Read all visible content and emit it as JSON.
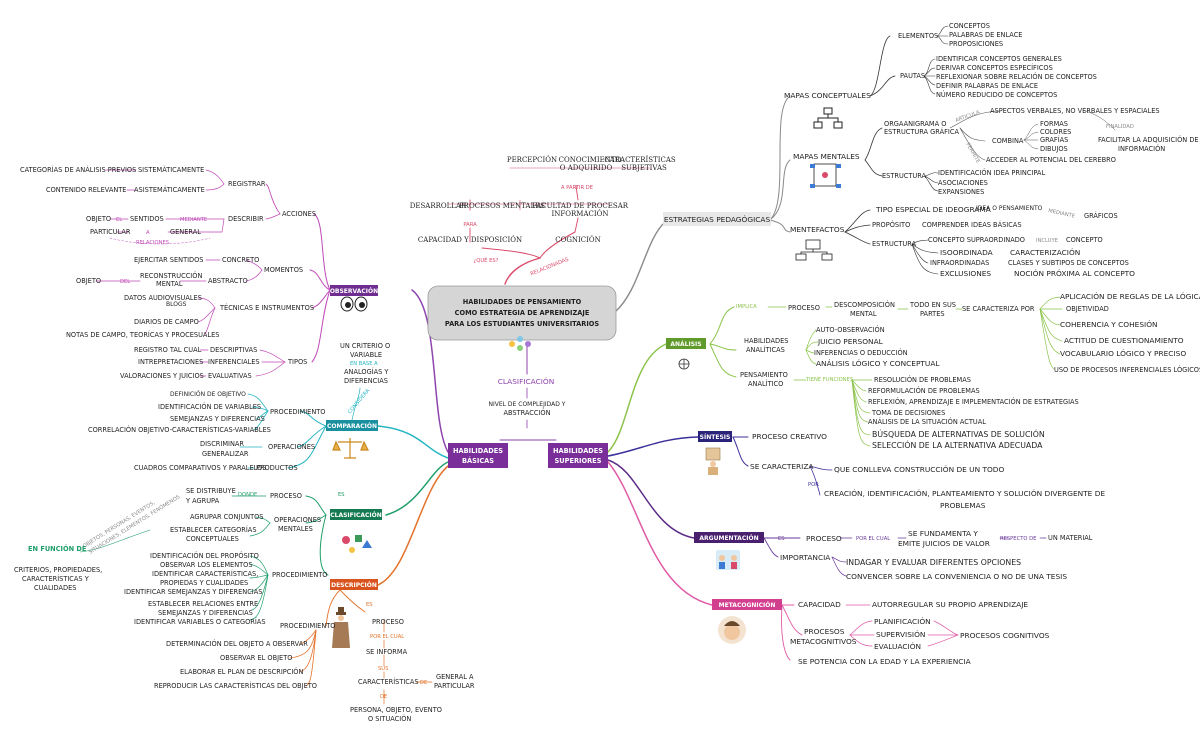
{
  "center": {
    "title": "HABILIDADES DE PENSAMIENTO COMO ESTRATEGIA DE APRENDIZAJE PARA LOS ESTUDIANTES UNIVERSITARIOS",
    "lines": [
      "HABILIDADES DE PENSAMIENTO",
      "COMO ESTRATEGIA DE APRENDIZAJE",
      "PARA LOS ESTUDIANTES UNIVERSITARIOS"
    ]
  },
  "clasif": {
    "label": "CLASIFICACIÓN",
    "criterion": [
      "NIVEL DE COMPLEJIDAD Y",
      "ABSTRACCIÓN"
    ]
  },
  "basicas": {
    "lines": [
      "HABILIDADES",
      "BÁSICAS"
    ]
  },
  "superiores": {
    "lines": [
      "HABILIDADES",
      "SUPERIORES"
    ]
  },
  "top": {
    "row1": [
      "PERCEPCIÓN",
      "CONOCIMIENTO",
      "O ADQUIRIDO",
      "CARACTERÍSTICAS",
      "SUBJETIVAS"
    ],
    "a_partir": "A PARTIR DE",
    "row2": [
      "DESARROLLAR",
      "PROCESOS MENTALES",
      "FACULTAD DE PROCESAR",
      "INFORMACIÓN"
    ],
    "para": "PARA",
    "capacidad": "CAPACIDAD Y DISPOSICIÓN",
    "cognicion": "COGNICIÓN",
    "que_es": "¿QUÉ ES?",
    "relacionadas": "RELACIONADAS"
  },
  "estrategias": {
    "label": "ESTRATEGIAS PEDAGÓGICAS",
    "mapas_conceptuales": {
      "label": "MAPAS CONCEPTUALES",
      "elementos": "ELEMENTOS",
      "elementos_items": [
        "CONCEPTOS",
        "PALABRAS DE ENLACE",
        "PROPOSICIONES"
      ],
      "pautas": "PAUTAS",
      "pautas_items": [
        "IDENTIFICAR CONCEPTOS GENERALES",
        "DERIVAR CONCEPTOS ESPECÍFICOS",
        "REFLEXIONAR SOBRE RELACIÓN DE CONCEPTOS",
        "DEFINIR PALABRAS DE ENLACE",
        "NÚMERO REDUCIDO DE CONCEPTOS"
      ]
    },
    "mapas_mentales": {
      "label": "MAPAS MENTALES",
      "org": [
        "ORGAANIGRAMA O",
        "ESTRUCTURA GRÁFICA"
      ],
      "articula": "ARTICULA",
      "aspectos": "ASPECTOS VERBALES, NO VERBALES Y ESPACIALES",
      "finalidad": "FINALIDAD",
      "facilitar": [
        "FACILITAR LA ADQUISICIÓN DE",
        "INFORMACIÓN"
      ],
      "permite": "PERMITE",
      "combina": "COMBINA",
      "combina_items": [
        "FORMAS",
        "COLORES",
        "GRAFÍAS",
        "DIBUJOS"
      ],
      "acceder": "ACCEDER AL POTENCIAL DEL CEREBRO",
      "estructura": "ESTRUCTURA",
      "estructura_items": [
        "IDENTIFICACIÓN IDEA PRINCIPAL",
        "ASOCIACIONES",
        "EXPANSIONES"
      ]
    },
    "mentefactos": {
      "label": "MENTEFACTOS",
      "tipo": "TIPO ESPECIAL DE IDEOGRAMA",
      "idea": "IDEA O PENSAMIENTO",
      "mediante": "MEDIANTE",
      "graficos": "GRÁFICOS",
      "proposito": "PROPÓSITO",
      "comprender": "COMPRENDER IDEAS BÁSICAS",
      "estructura": "ESTRUCTURA",
      "supra": "CONCEPTO SUPRAORDINADO",
      "incluye": "INCLUYE",
      "concepto": "CONCEPTO",
      "isoordinada": "ISOORDINADA",
      "caracterizacion": "CARACTERIZACIÓN",
      "infraordinadas": "INFRAORDINADAS",
      "clases": "CLASES Y SUBTIPOS DE CONCEPTOS",
      "exclusiones": "EXCLUSIONES",
      "nocion": "NOCIÓN PRÓXIMA AL CONCEPTO"
    }
  },
  "observacion": {
    "label": "OBSERVACIÓN",
    "acciones": "ACCIONES",
    "registrar": "REGISTRAR",
    "cat": "CATEGORÍAS DE ANÁLISIS PREVIOS",
    "sist": "SISTEMÁTICAMENTE",
    "contenido": "CONTENIDO RELEVANTE",
    "asist": "ASISTEMÁTICAMENTE",
    "describir": "DESCRIBIR",
    "objeto": "OBJETO",
    "el": "EL",
    "sentidos": "SENTIDOS",
    "mediante": "MEDIANTE",
    "particular": "PARTICULAR",
    "a": "A",
    "general": "GENERAL",
    "relaciones": "RELACIONES",
    "momentos": "MOMENTOS",
    "ejercitar": "EJERCITAR SENTIDOS",
    "concreto": "CONCRETO",
    "objeto2": "OBJETO",
    "del": "DEL",
    "reconstruccion": [
      "RECONSTRUCCIÓN",
      "MENTAL"
    ],
    "abstracto": "ABSTRACTO",
    "tecnicas": "TÉCNICAS E INSTRUMENTOS",
    "datos": "DATOS AUDIOVISUALES",
    "blogs": "BLOGS",
    "diarios": "DIARIOS DE CAMPO",
    "notas": "NOTAS DE CAMPO, TEORÍCAS Y PROCESUALES",
    "tipos": "TIPOS",
    "registro": "REGISTRO TAL CUAL",
    "descriptivas": "DESCRIPTIVAS",
    "interpretaciones": "INTREPRETACIONES",
    "inferenciales": "INFERENCIALES",
    "valoraciones": "VALORACIONES Y JUICIOS",
    "evaluativas": "EVALUATIVAS"
  },
  "comparacion": {
    "label": "COMPARACIÓN",
    "criterio": [
      "UN CRITERIO O",
      "VARIABLE"
    ],
    "en_base": "EN BASE A",
    "analogias": [
      "ANALOGÍAS Y",
      "DIFERENCIAS"
    ],
    "considera": "CONSIDERA",
    "procedimiento": "PROCEDIMIENTO",
    "proc_items": [
      "DEFINICIÓN DE OBJETIVO",
      "IDENTIFICACIÓN DE VARIABLES",
      "SEMEJANZAS Y DIFERENCIAS",
      "CORRELACIÓN OBJETIVO-CARACTERÍSTICAS-VARIABLES"
    ],
    "operaciones": "OPERACIONES",
    "discriminar": [
      "DISCRIMINAR",
      "GENERALIZAR"
    ],
    "productos": "PRODUCTOS",
    "cuadros": "CUADROS COMPARATIVOS Y PARALELOS"
  },
  "clasificacion": {
    "label": "CLASIFICACIÓN",
    "proceso": "PROCESO",
    "donde": "DONDE",
    "distribuye": [
      "SE DISTRIBUYE",
      "Y AGRUPA"
    ],
    "es": "ES",
    "operaciones": [
      "OPERACIONES",
      "MENTALES"
    ],
    "agrupar": "AGRUPAR CONJUNTOS",
    "establecer": [
      "ESTABLECER CATEGORÍAS",
      "CONCEPTUALES"
    ],
    "procedimiento": "PROCEDIMIENTO",
    "proc_items": [
      "IDENTIFICACIÓN DEL PROPÓSITO",
      "OBSERVAR LOS ELEMENTOS",
      "IDENTIFICAR CARACTERÍSTICAS,",
      "PROPIEDAS Y CUALIDADES",
      "IDENTIFICAR SEMEJANZAS Y DIFERENCIAS",
      "ESTABLECER RELACIONES ENTRE",
      "SEMEJANZAS Y DIFERENCIAS",
      "IDENTIFICAR VARIABLES O CATEGORÍAS"
    ],
    "objetos": [
      "OBJETOS, PERSONAS, EVENTOS,",
      "SITUACIONES, ELEMENTOS, FENÓMENOS"
    ],
    "en_funcion": "EN FUNCIÓN DE",
    "criterios": [
      "CRITERIOS, PROPIEDADES,",
      "CARACTERÍSTICAS Y",
      "CUALIDADES"
    ]
  },
  "descripcion": {
    "label": "DESCRIPCIÓN",
    "es": "ES",
    "proceso": "PROCESO",
    "por_el_cual": "POR EL CUAL",
    "informa": "SE INFORMA",
    "sus": "SUS",
    "caracteristicas": "CARACTERÍSTICAS",
    "de": "DE",
    "general": [
      "GENERAL A",
      "PARTICULAR"
    ],
    "de2": "DE",
    "persona": [
      "PERSONA, OBJETO, EVENTO",
      "O SITUACIÓN"
    ],
    "procedimiento": "PROCEDIMIENTO",
    "proc_items": [
      "DETERMINACIÓN DEL OBJETO A OBSERVAR",
      "OBSERVAR EL OBJETO",
      "ELABORAR EL PLAN DE DESCRIPCIÓN",
      "REPRODUCIR LAS CARACTERÍSTICAS DEL OBJETO"
    ]
  },
  "analisis": {
    "label": "ANÁLISIS",
    "implica": "IMPLICA",
    "proceso": "PROCESO",
    "descomp": [
      "DESCOMPOSICIÓN",
      "MENTAL"
    ],
    "todo": [
      "TODO EN SUS",
      "PARTES"
    ],
    "se_caracteriza": "SE CARACTERIZA POR",
    "rasgos": [
      "APLICACIÓN DE REGLAS DE LA LÓGICA",
      "OBJETIVIDAD",
      "COHERENCIA Y COHESIÓN",
      "ACTITUD DE CUESTIONAMIENTO",
      "VOCABULARIO LÓGICO Y PRECISO",
      "USO DE PROCESOS INFERENCIALES LÓGICOS"
    ],
    "habilidades": [
      "HABILIDADES",
      "ANALÍTICAS"
    ],
    "hab_items": [
      "AUTO-OBSERVACIÓN",
      "JUICIO PERSONAL",
      "INFERENCIAS O DEDUCCIÓN",
      "ANÁLISIS LÓGICO Y CONCEPTUAL"
    ],
    "pensamiento": [
      "PENSAMIENTO",
      "ANALÍTICO"
    ],
    "tiene": "TIENE FUNCIONES",
    "funciones": [
      "RESOLUCIÓN DE PROBLEMAS",
      "REFORMULACIÓN DE PROBLEMAS",
      "REFLEXIÓN, APRENDIZAJE E IMPLEMENTACIÓN DE ESTRATEGIAS",
      "TOMA DE DECISIONES",
      "ANÁLISIS DE LA SITUACIÓN ACTUAL",
      "BÚSQUEDA DE ALTERNATIVAS DE SOLUCIÓN",
      "SELECCIÓN DE LA ALTERNATIVA ADECUADA"
    ]
  },
  "sintesis": {
    "label": "SÍNTESIS",
    "proceso": "PROCESO CREATIVO",
    "caracteriza": "SE CARACTERIZA",
    "que": "QUE CONLLEVA",
    "construccion": "CONSTRUCCIÓN DE UN TODO",
    "por": "POR",
    "creacion": [
      "CREACIÓN, IDENTIFICACIÓN, PLANTEAMIENTO Y SOLUCIÓN DIVERGENTE DE",
      "PROBLEMAS"
    ]
  },
  "argumentacion": {
    "label": "ARGUMENTACIÓN",
    "es": "ES",
    "proceso": "PROCESO",
    "por_el_cual": "POR EL CUAL",
    "fundamenta": [
      "SE FUNDAMENTA Y",
      "EMITE JUICIOS DE VALOR"
    ],
    "respecto": "RESPECTO DE",
    "material": "UN MATERIAL",
    "importancia": "IMPORTANCIA",
    "indagar": "INDAGAR Y EVALUAR DIFERENTES OPCIONES",
    "convencer": "CONVENCER SOBRE LA CONVENIENCIA O NO DE UNA TESIS"
  },
  "metacognicion": {
    "label": "METACOGNICIÓN",
    "capacidad": "CAPACIDAD",
    "autorregular": "AUTORREGULAR SU PROPIO APRENDIZAJE",
    "procesos": [
      "PROCESOS",
      "METACOGNITIVOS"
    ],
    "items": [
      "PLANIFICACIÓN",
      "SUPERVISIÓN",
      "EVALUACIÓN"
    ],
    "cognitivos": "PROCESOS COGNITIVOS",
    "potencia": "SE POTENCIA CON LA EDAD Y LA EXPERIENCIA"
  },
  "colors": {
    "purple": "#8e44ad",
    "magenta": "#c04ab8",
    "teal": "#25b5c2",
    "green": "#1f9e6a",
    "orange": "#e4722a",
    "olive": "#8bc34a",
    "navy": "#3b2f9a",
    "pink": "#e05aa6",
    "gray": "#8a8a8a",
    "red": "#d94a6a"
  },
  "icons": [
    "observation-eyes-icon",
    "balance-scale-icon",
    "sorting-shapes-icon",
    "detective-icon",
    "brain-idea-icon",
    "puzzle-person-icon",
    "debate-icon",
    "thinking-head-icon",
    "concept-map-icon",
    "mind-map-icon",
    "mentefacto-icon",
    "lightbulb-icons"
  ]
}
